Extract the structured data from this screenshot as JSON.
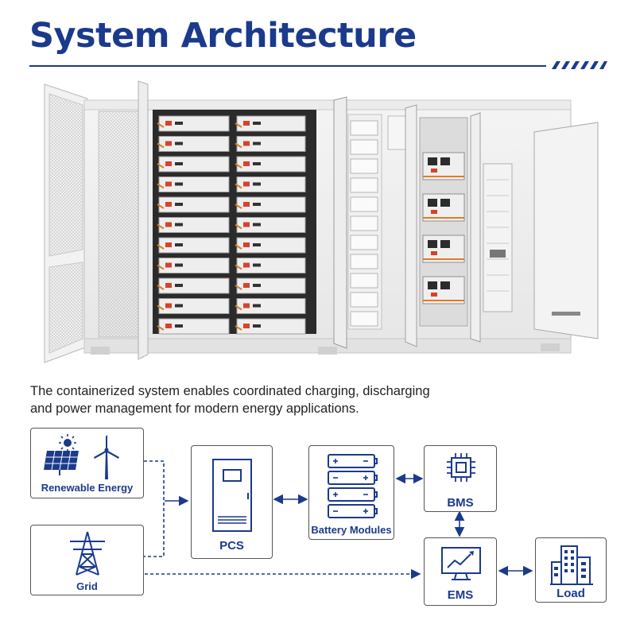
{
  "header": {
    "title": "System Architecture"
  },
  "description": {
    "line1": "The containerized system enables coordinated charging, discharging",
    "line2": "and power management for modern energy applications."
  },
  "diagram": {
    "nodes": {
      "renewable": {
        "label": "Renewable Energy",
        "icons": [
          "sun-icon",
          "solar-panel-icon",
          "wind-turbine-icon"
        ]
      },
      "grid": {
        "label": "Grid",
        "icon": "transmission-tower-icon"
      },
      "pcs": {
        "label": "PCS",
        "icon": "inverter-cabinet-icon"
      },
      "battery": {
        "label": "Battery Modules",
        "icon": "battery-stack-icon"
      },
      "bms": {
        "label": "BMS",
        "icon": "chip-icon"
      },
      "ems": {
        "label": "EMS",
        "icon": "monitor-chart-icon"
      },
      "load": {
        "label": "Load",
        "icon": "buildings-icon"
      }
    },
    "colors": {
      "accent": "#1b3a8c",
      "border": "#555555",
      "text": "#222222"
    }
  },
  "photo": {
    "icon": "battery-storage-container-illustration"
  }
}
